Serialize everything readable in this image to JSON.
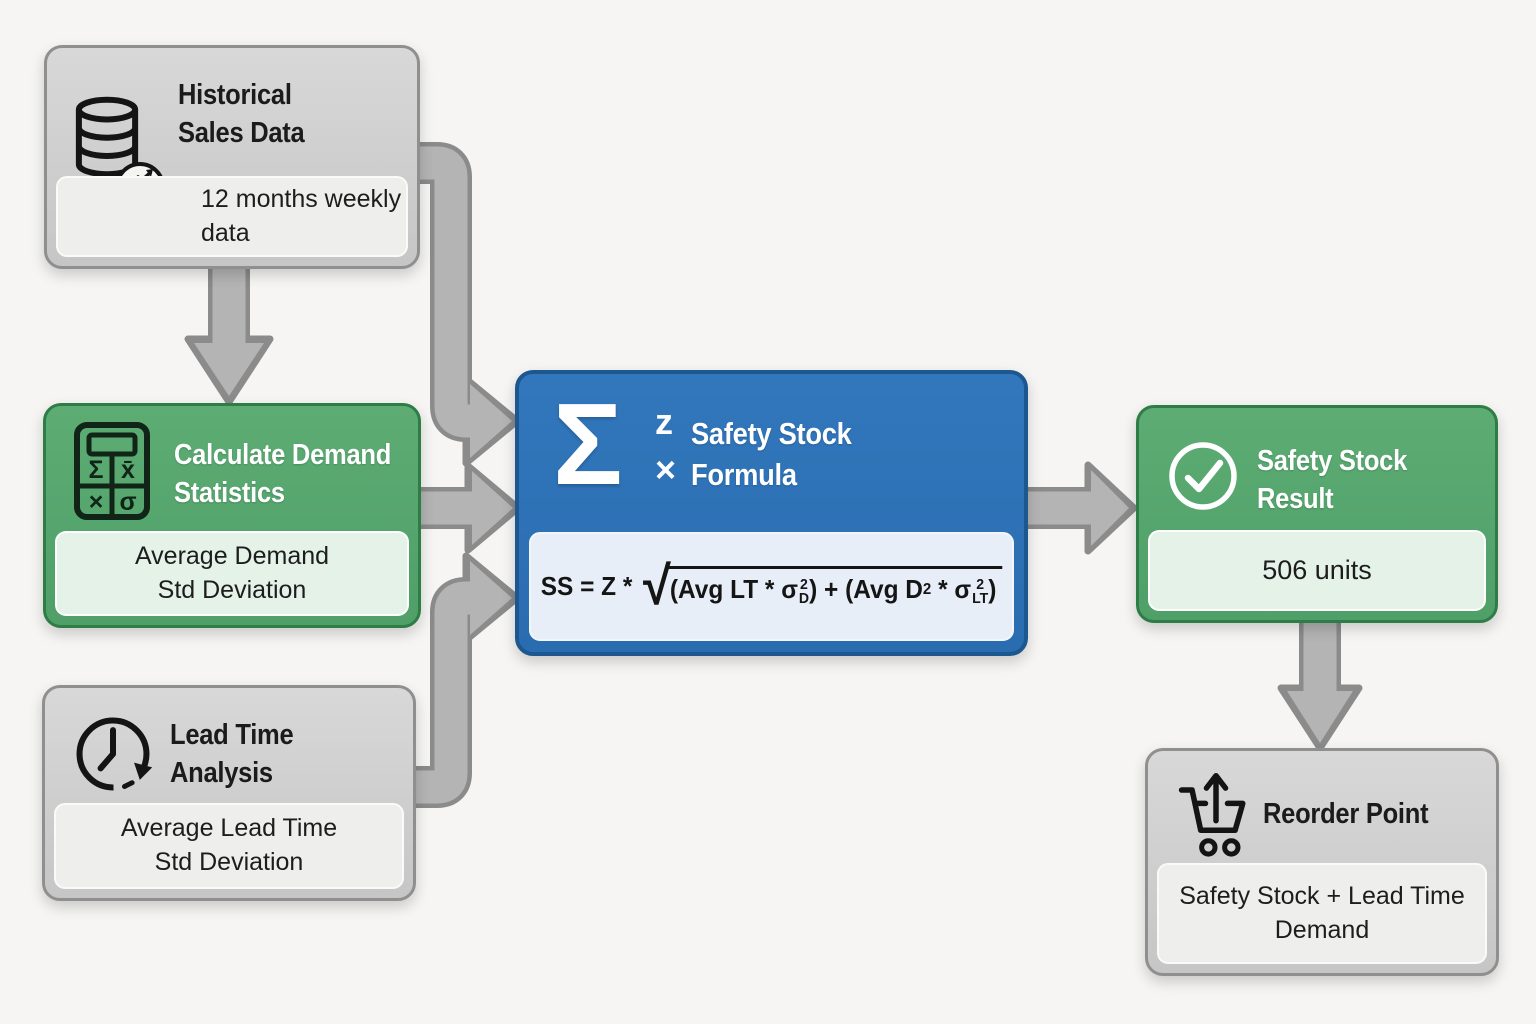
{
  "colors": {
    "background": "#f6f5f3",
    "gray_box": "#cdcdcd",
    "gray_border": "#8f8f8f",
    "green_box": "#57a76f",
    "green_border": "#2e7c46",
    "green_sub": "#e4f2e8",
    "blue_box": "#2e73b8",
    "blue_border": "#1c5790",
    "blue_sub": "#e7eef8",
    "arrow_fill": "#b4b4b4",
    "arrow_border": "#8b8b8b"
  },
  "nodes": {
    "historical": {
      "icon": "database-chart-icon",
      "title_line1": "Historical",
      "title_line2": "Sales Data",
      "subtitle": "12 months weekly data"
    },
    "demand": {
      "icon": "calculator-stats-icon",
      "title_line1": "Calculate Demand",
      "title_line2": "Statistics",
      "subtitle_line1": "Average Demand",
      "subtitle_line2": "Std Deviation",
      "icon_glyphs": {
        "sum": "Σ",
        "mean": "x̄",
        "times": "×",
        "sigma": "σ"
      }
    },
    "leadtime": {
      "icon": "clock-cycle-icon",
      "title_line1": "Lead Time",
      "title_line2": "Analysis",
      "subtitle_line1": "Average Lead Time",
      "subtitle_line2": "Std Deviation"
    },
    "formula": {
      "icon": "sigma-icon",
      "sigma_glyph": "Σ",
      "sigma_z": "z",
      "sigma_x": "×",
      "title_line1": "Safety Stock",
      "title_line2": "Formula",
      "fx": {
        "lhs": "SS = Z * ",
        "radical": "√",
        "open1": "(Avg LT * ",
        "sigma1": "σ",
        "s1sup": "2",
        "s1sub": "D",
        "close1": ")",
        "plus": " + ",
        "open2": "(Avg D",
        "d_sup": "2",
        "times2": " * ",
        "sigma2": "σ",
        "s2sup": "2",
        "s2sub": "LT",
        "close2": ")"
      }
    },
    "result": {
      "icon": "check-circle-icon",
      "title_line1": "Safety Stock",
      "title_line2": "Result",
      "subtitle": "506 units"
    },
    "reorder": {
      "icon": "cart-up-arrow-icon",
      "title": "Reorder Point",
      "subtitle": "Safety Stock + Lead Time Demand"
    }
  }
}
